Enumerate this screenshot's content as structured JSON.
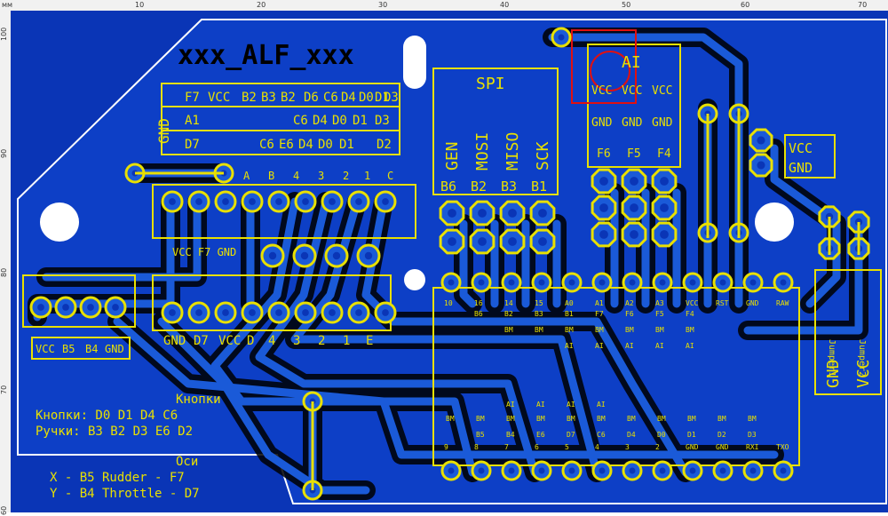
{
  "ruler": {
    "unit": "мм",
    "top_ticks": [
      "10",
      "20",
      "30",
      "40",
      "50",
      "60",
      "70"
    ],
    "left_ticks": [
      "100",
      "90",
      "80",
      "70",
      "60"
    ]
  },
  "board": {
    "title": "xxx_ALF_xxx",
    "top_header_rows": [
      [
        "F7",
        "VCC",
        "B2",
        "B3",
        "B2",
        "D6",
        "C6",
        "D4",
        "D0",
        "D1",
        "D3"
      ],
      [
        "A1",
        "C6",
        "D4",
        "D0",
        "D1",
        "D3"
      ],
      [
        "D7",
        "C6",
        "E6",
        "D4",
        "D0",
        "D1",
        "D2"
      ]
    ],
    "top_header_gnd": "GND",
    "spi_label": "SPI",
    "spi_pins": [
      "GEN",
      "MOSI",
      "MISO",
      "SCK"
    ],
    "spi_bottom": [
      "B6",
      "B2",
      "B3",
      "B1"
    ],
    "ai_label": "AI",
    "ai_vcc": [
      "VCC",
      "VCC",
      "VCC"
    ],
    "ai_gnd": [
      "GND",
      "GND",
      "GND"
    ],
    "ai_f": [
      "F6",
      "F5",
      "F4"
    ],
    "vcc_gnd_right": [
      "VCC",
      "GND"
    ],
    "conn_top_labels": [
      "A",
      "B",
      "4",
      "3",
      "2",
      "1",
      "C"
    ],
    "conn_mid_label": "VCC F7 GND",
    "conn_bottom_labels": [
      "GND",
      "D7",
      "VCC",
      "D",
      "4",
      "3",
      "2",
      "1",
      "E"
    ],
    "small_conn_labels": [
      "VCC",
      "B5",
      "B4",
      "GND"
    ],
    "jumper_labels": [
      "Jumper1",
      "Jumper2"
    ],
    "jumper_pins": [
      "GND",
      "VCC"
    ],
    "promicro_top_pins": [
      "RAW",
      "GND",
      "RST",
      "VCC",
      "A3",
      "A2",
      "A1",
      "A0",
      "15",
      "14",
      "16",
      "10"
    ],
    "promicro_top_row2": [
      "F4",
      "F5",
      "F6",
      "F7",
      "B1",
      "B3",
      "B2",
      "B6"
    ],
    "promicro_top_row3": [
      "BM",
      "BM",
      "BM",
      "BM",
      "BM",
      "BM",
      "BM"
    ],
    "promicro_top_row4": [
      "AI",
      "AI",
      "AI",
      "AI",
      "AI"
    ],
    "promicro_bot_pins": [
      "TXO",
      "RXI",
      "GND",
      "GND",
      "2",
      "3",
      "4",
      "5",
      "6",
      "7",
      "8",
      "9"
    ],
    "promicro_bot_row2": [
      "D3",
      "D2",
      "D1",
      "D0",
      "D4",
      "C6",
      "D7",
      "E6",
      "B4",
      "B5"
    ],
    "promicro_bot_row3": [
      "BM",
      "BM",
      "BM",
      "BM",
      "BM",
      "BM",
      "BM",
      "BM",
      "BM",
      "BM",
      "BM"
    ],
    "promicro_bot_row4": [
      "AI",
      "AI",
      "AI",
      "AI"
    ],
    "notes": {
      "line1": "Кнопки",
      "line2": "Кнопки: D0 D1 D4 C6",
      "line3": "Ручки: B3 B2 D3 E6 D2",
      "line4": "Оси",
      "line5": "X - B5   Rudder - F7",
      "line6": "Y - B4   Throttle - D7"
    },
    "colors": {
      "board": "#0a35b6",
      "trace": "#1a5ad8",
      "pad": "#e8e000",
      "silk": "#e8e000",
      "outline": "#ffffff",
      "hole": "#ffffff",
      "highlight": "#e01010"
    }
  }
}
